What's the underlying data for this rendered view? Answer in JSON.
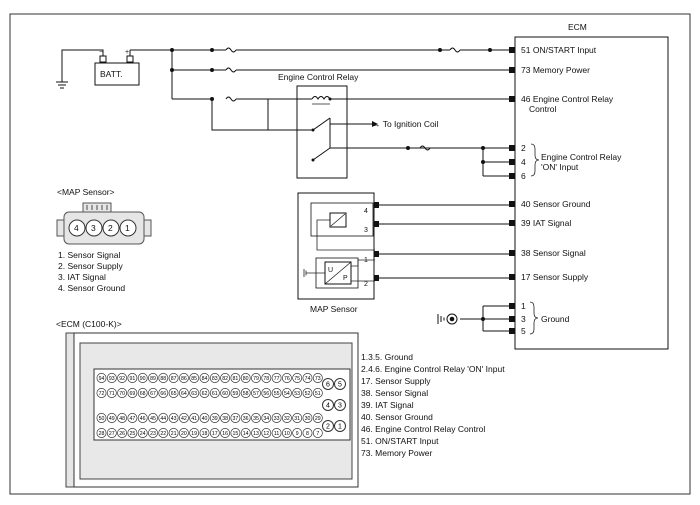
{
  "battery_label": "BATT.",
  "relay": {
    "title": "Engine Control Relay",
    "ignition_label": "→ To Ignition Coil"
  },
  "ecm": {
    "title": "ECM",
    "pins": [
      {
        "pin": "51",
        "label": "ON/START Input"
      },
      {
        "pin": "73",
        "label": "Memory Power"
      },
      {
        "pin": "46",
        "label": "Engine Control Relay"
      },
      {
        "pin": "",
        "label": "Control"
      },
      {
        "pin": "40",
        "label": "Sensor Ground"
      },
      {
        "pin": "39",
        "label": "IAT Signal"
      },
      {
        "pin": "38",
        "label": "Sensor Signal"
      },
      {
        "pin": "17",
        "label": "Sensor Supply"
      }
    ],
    "relay_on_pins": [
      "2",
      "4",
      "6"
    ],
    "relay_on_label_1": "Engine Control Relay",
    "relay_on_label_2": "'ON' Input",
    "ground_pins": [
      "1",
      "3",
      "5"
    ],
    "ground_label": "Ground"
  },
  "map_sensor": {
    "title": "<MAP Sensor>",
    "pins": [
      "4",
      "3",
      "2",
      "1"
    ],
    "legend": [
      "1. Sensor Signal",
      "2. Sensor Supply",
      "3. IAT Signal",
      "4. Sensor Ground"
    ],
    "box_pins": [
      "4",
      "3",
      "1",
      "2"
    ],
    "caption": "MAP Sensor",
    "symbol_u": "U",
    "symbol_p": "P"
  },
  "ecm_connector": {
    "title": "<ECM (C100-K)>",
    "rows": [
      [
        "94",
        "93",
        "92",
        "91",
        "90",
        "89",
        "88",
        "87",
        "86",
        "85",
        "84",
        "83",
        "82",
        "81",
        "80",
        "79",
        "78",
        "77",
        "76",
        "75",
        "74",
        "73"
      ],
      [
        "72",
        "71",
        "70",
        "69",
        "68",
        "67",
        "66",
        "65",
        "64",
        "63",
        "62",
        "61",
        "60",
        "59",
        "58",
        "57",
        "56",
        "55",
        "54",
        "53",
        "52",
        "51"
      ],
      [
        "50",
        "49",
        "48",
        "47",
        "46",
        "45",
        "44",
        "43",
        "42",
        "41",
        "40",
        "39",
        "38",
        "37",
        "36",
        "35",
        "34",
        "33",
        "32",
        "31",
        "30",
        "29"
      ],
      [
        "28",
        "27",
        "26",
        "25",
        "24",
        "23",
        "22",
        "21",
        "20",
        "19",
        "18",
        "17",
        "16",
        "15",
        "14",
        "13",
        "12",
        "11",
        "10",
        "9",
        "8",
        "7"
      ]
    ],
    "side_pins": [
      [
        "6",
        "5"
      ],
      [
        "4",
        "3"
      ],
      [
        "2",
        "1"
      ]
    ],
    "legend": [
      "1.3.5. Ground",
      "2.4.6. Engine Control Relay 'ON' Input",
      "17. Sensor Supply",
      "38. Sensor Signal",
      "39. IAT Signal",
      "40. Sensor Ground",
      "46. Engine Control Relay Control",
      "51. ON/START Input",
      "73. Memory Power"
    ]
  }
}
